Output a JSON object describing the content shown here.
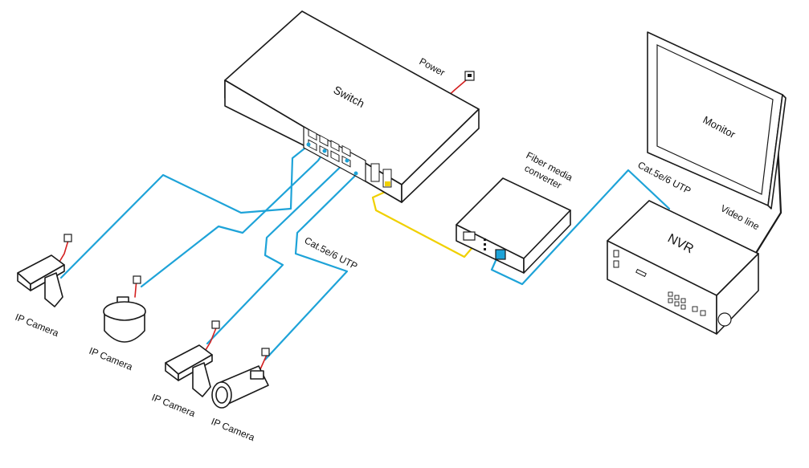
{
  "labels": {
    "switch": "Switch",
    "power": "Power",
    "fiber_media_converter_line1": "Fiber media",
    "fiber_media_converter_line2": "converter",
    "cable_utp_top": "Cat.5e/6 UTP",
    "cable_utp_mid": "Cat.5e/6 UTP",
    "video_line": "Video line",
    "monitor": "Monitor",
    "nvr": "NVR",
    "cameras": [
      "IP Camera",
      "IP Camera",
      "IP Camera",
      "IP Camera"
    ]
  },
  "colors": {
    "ethernet_cable": "#1ea3d8",
    "fiber_cable": "#f0d000",
    "power_cable": "#d42020",
    "video_cable": "#1a1a1a",
    "outline": "#1a1a1a"
  },
  "icons": [
    "power-plug-icon",
    "rj45-port-icon",
    "sfp-port-icon",
    "ptz-camera-icon",
    "dome-camera-icon",
    "bullet-camera-icon"
  ]
}
